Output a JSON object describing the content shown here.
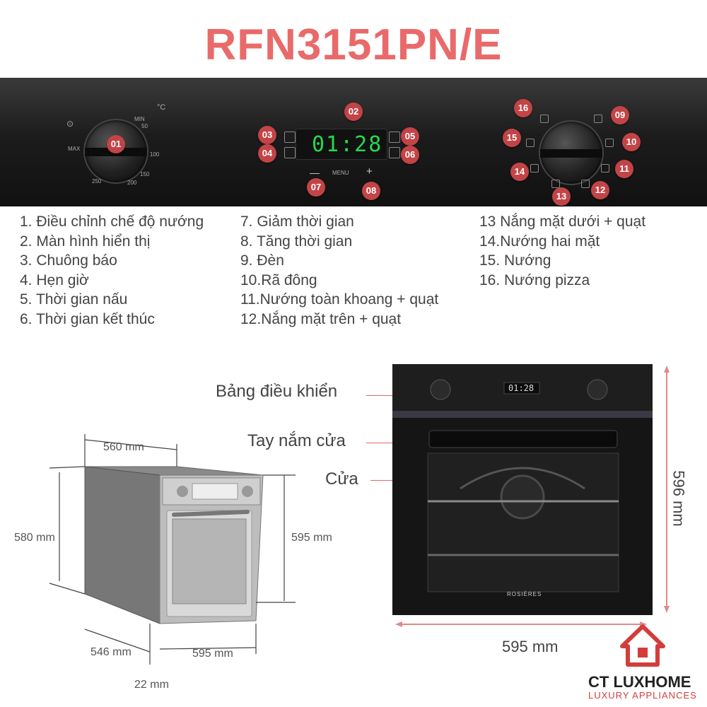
{
  "title": "RFN3151PN/E",
  "panel": {
    "display_value": "01:28",
    "menu_label": "MENU",
    "minus_label": "—",
    "plus_label": "+",
    "unit_label": "°C",
    "temp_ticks": [
      "MIN",
      "50",
      "MAX",
      "100",
      "150",
      "200",
      "250"
    ],
    "callouts": [
      "01",
      "02",
      "03",
      "04",
      "05",
      "06",
      "07",
      "08",
      "09",
      "10",
      "11",
      "12",
      "13",
      "14",
      "15",
      "16"
    ]
  },
  "legend": {
    "col1": [
      "1. Điều chỉnh chế độ nướng",
      "2. Màn hình hiển thị",
      "3. Chuông báo",
      "4. Hẹn giờ",
      "5. Thời gian nấu",
      "6. Thời gian kết thúc"
    ],
    "col2": [
      "7. Giảm thời gian",
      "8. Tăng thời gian",
      "9.  Đèn",
      "10.Rã đông",
      "11.Nướng toàn khoang + quạt",
      "12.Nắng mặt trên + quạt"
    ],
    "col3": [
      "13 Nắng mặt dưới + quạt",
      "14.Nướng hai mặt",
      "15. Nướng",
      "16. Nướng pizza"
    ]
  },
  "parts": {
    "control_panel": "Bảng điều khiển",
    "door_handle": "Tay nắm cửa",
    "door": "Cửa"
  },
  "dimensions": {
    "w560": "560 mm",
    "h580": "580 mm",
    "h595": "595 mm",
    "d546": "546 mm",
    "w595_small": "595 mm",
    "t22": "22 mm",
    "h596": "596 mm",
    "w595_large": "595 mm"
  },
  "oven_brand": "ROSIÈRES",
  "logo": {
    "name": "CT LUXHOME",
    "tagline": "LUXURY APPLIANCES",
    "icon": "house-icon",
    "color": "#d43c3c"
  },
  "colors": {
    "title": "#e96a6a",
    "callout": "#c24447",
    "display": "#27d84a"
  }
}
